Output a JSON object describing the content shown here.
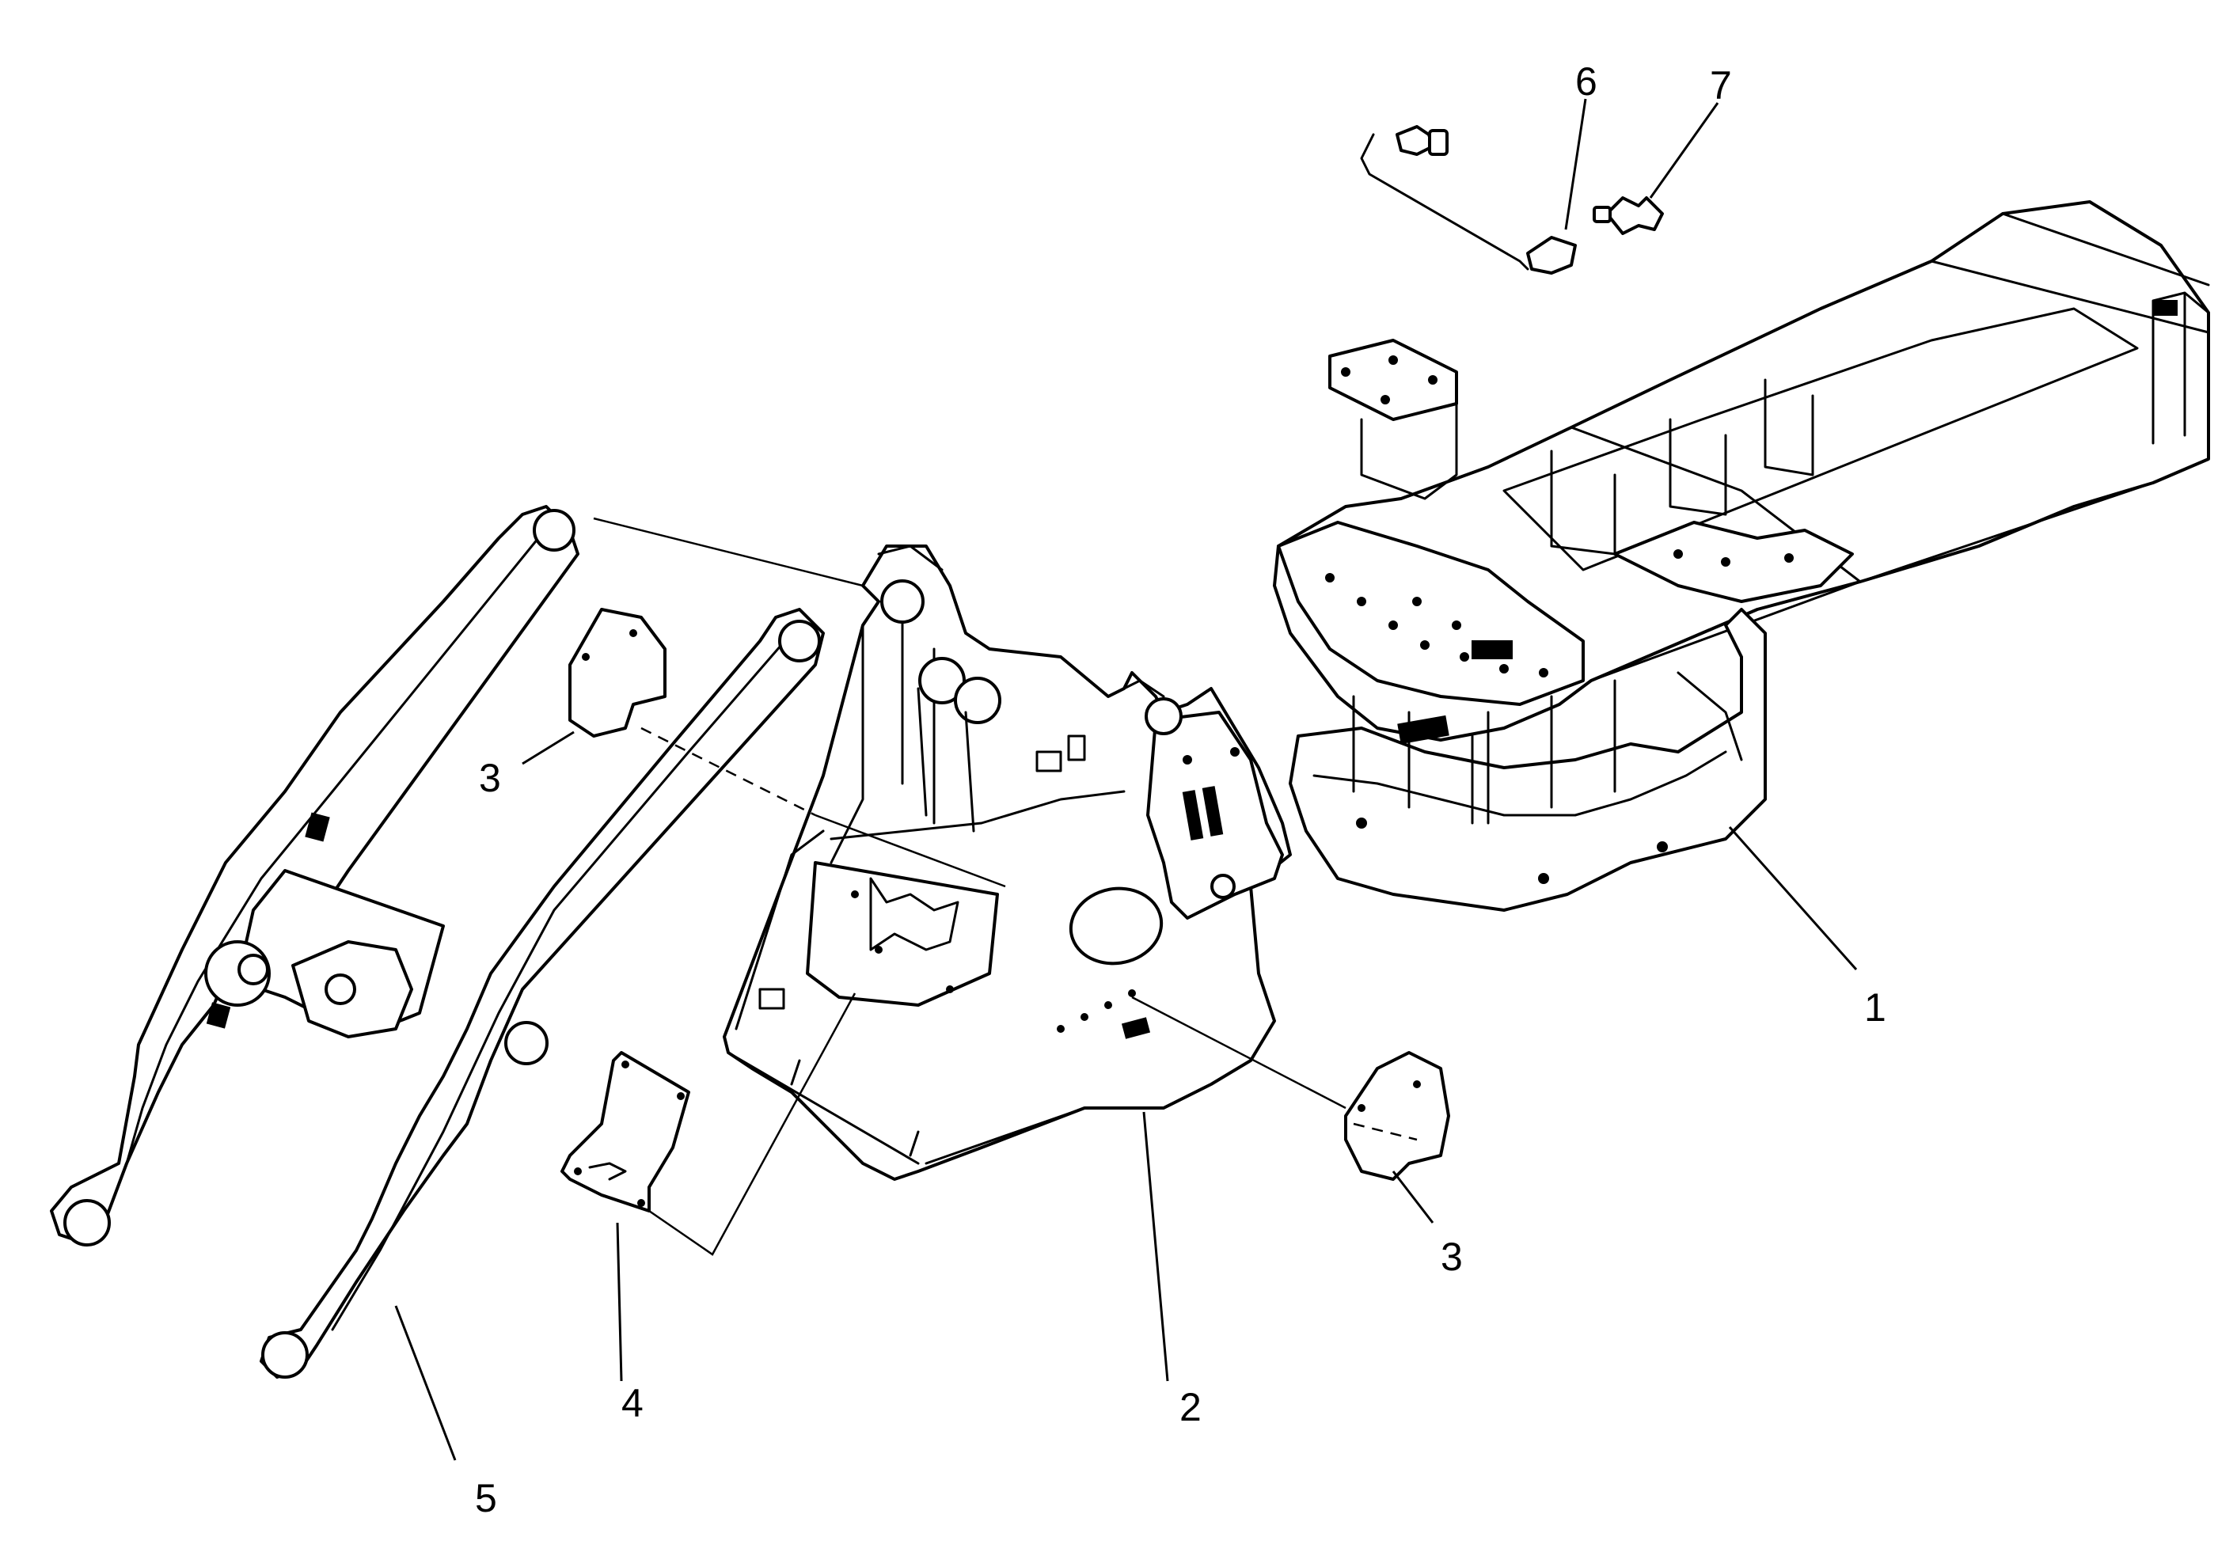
{
  "callouts": [
    {
      "id": "1",
      "label": "1"
    },
    {
      "id": "2",
      "label": "2"
    },
    {
      "id": "3a",
      "label": "3"
    },
    {
      "id": "3b",
      "label": "3"
    },
    {
      "id": "4",
      "label": "4"
    },
    {
      "id": "5",
      "label": "5"
    },
    {
      "id": "6",
      "label": "6"
    },
    {
      "id": "7",
      "label": "7"
    }
  ],
  "colors": {
    "line": "#000000",
    "background": "#ffffff"
  }
}
